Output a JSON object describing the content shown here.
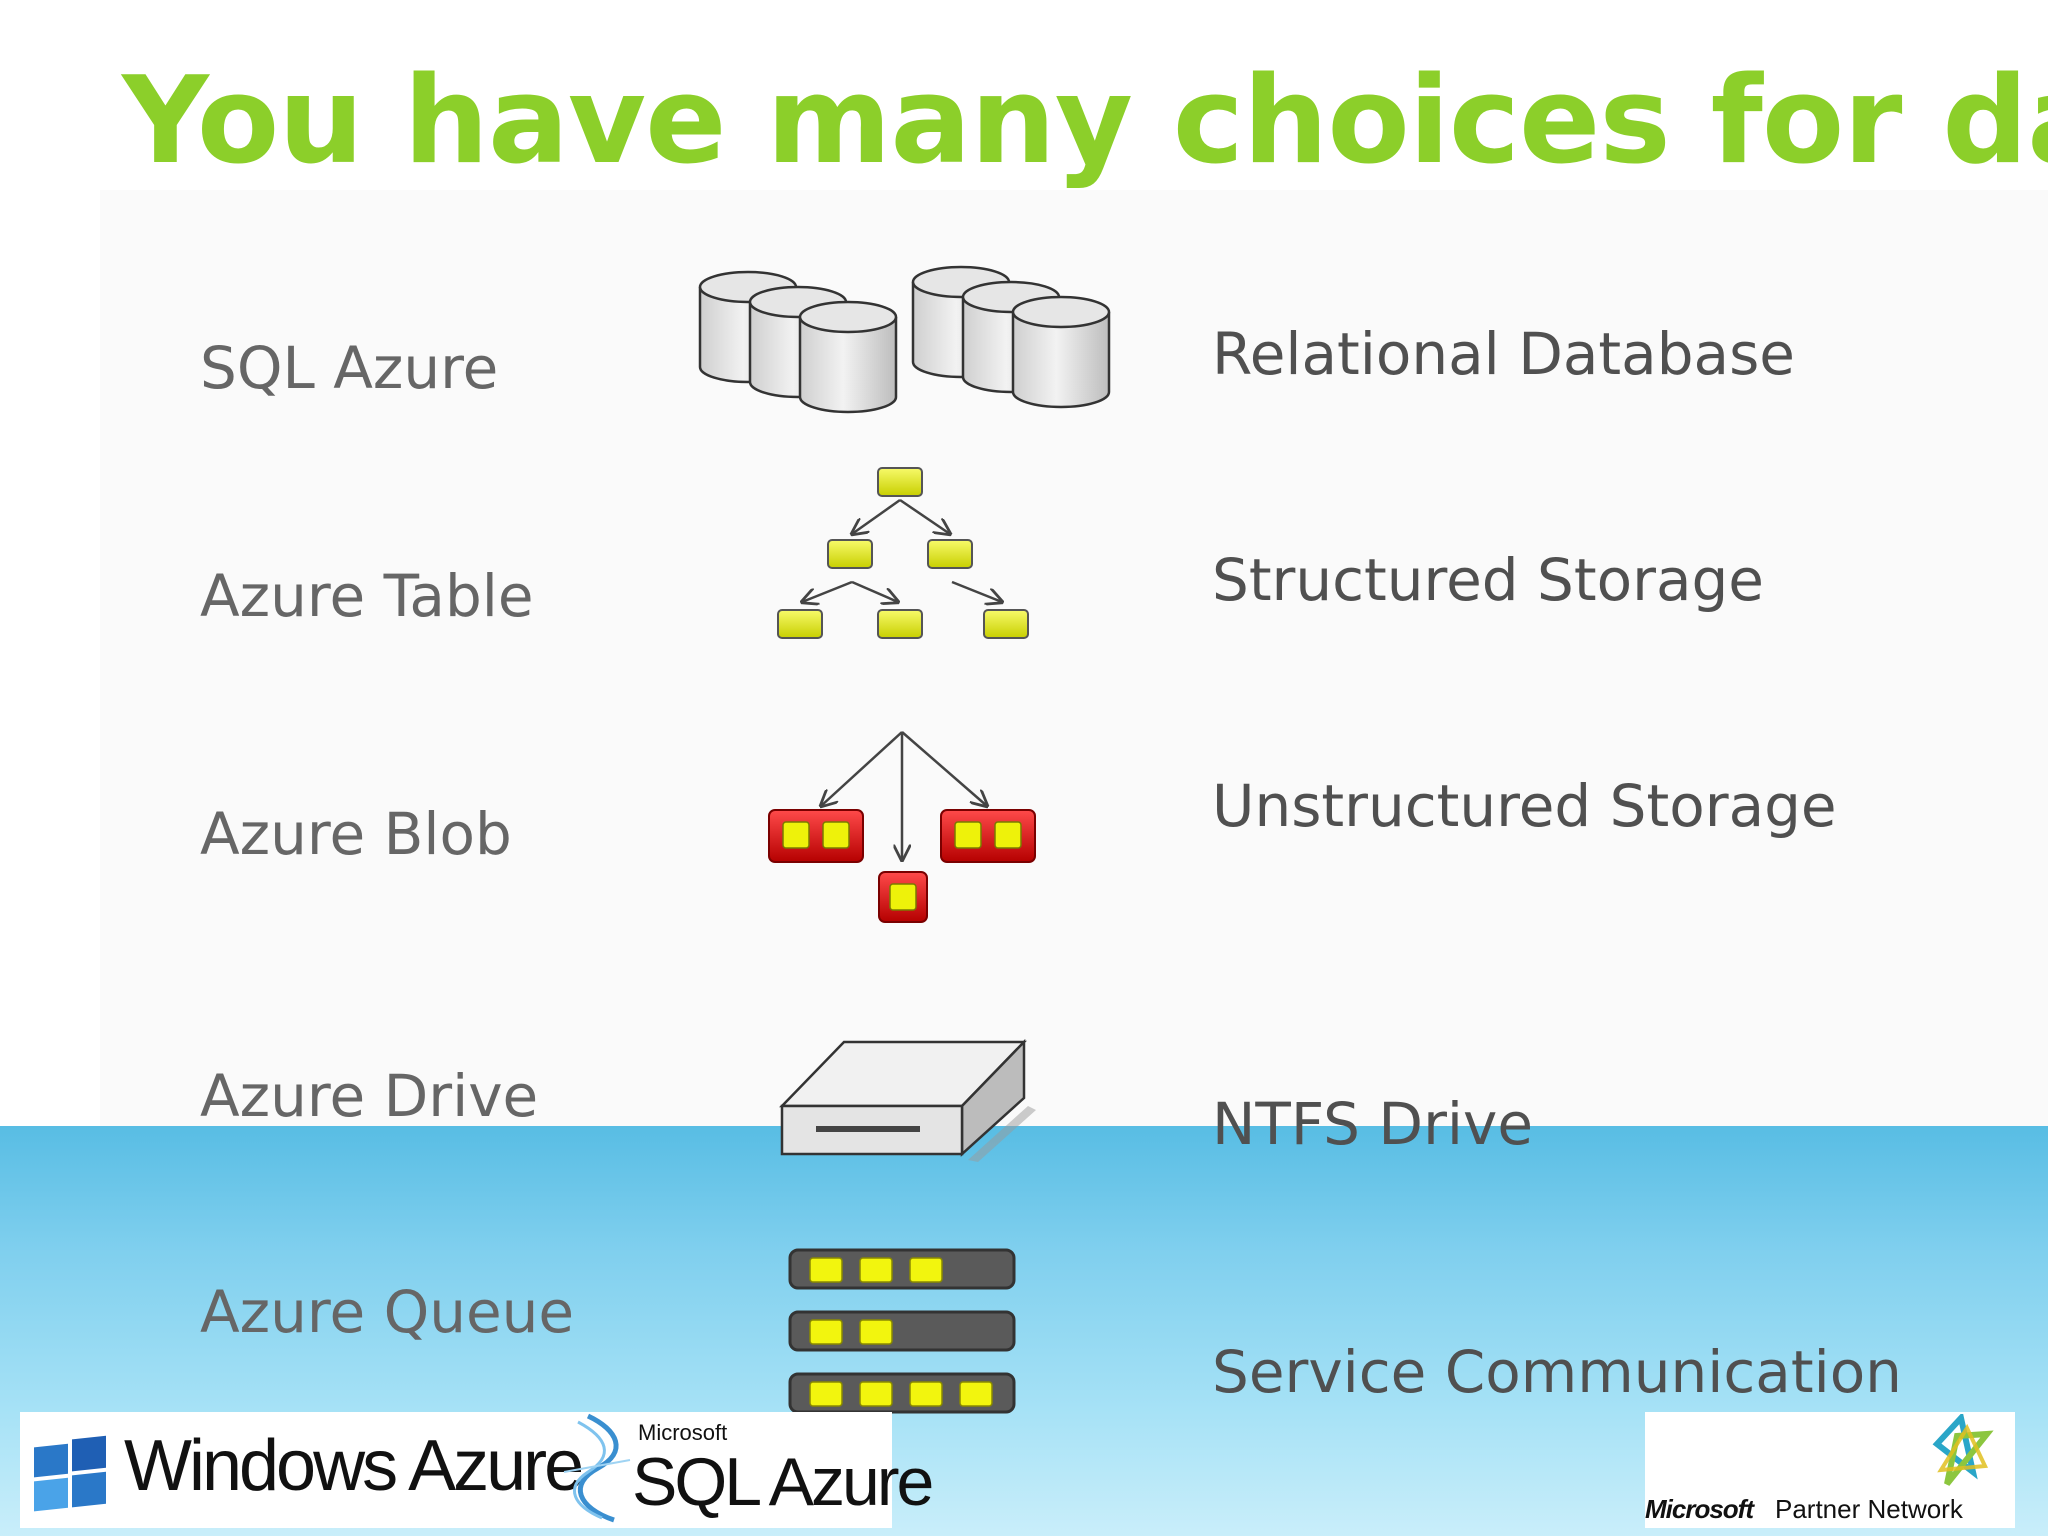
{
  "slide": {
    "title": "You have many choices for data"
  },
  "rows": [
    {
      "label": "SQL Azure",
      "description": "Relational Database",
      "icon": "database-cylinders-icon"
    },
    {
      "label": "Azure Table",
      "description": "Structured Storage",
      "icon": "tree-hierarchy-icon"
    },
    {
      "label": "Azure Blob",
      "description": "Unstructured Storage",
      "icon": "blob-containers-icon"
    },
    {
      "label": "Azure Drive",
      "description": "NTFS Drive",
      "icon": "disk-drive-icon"
    },
    {
      "label": "Azure Queue",
      "description": "Service Communication",
      "icon": "message-queue-icon"
    }
  ],
  "logos": {
    "windows_azure": "Windows Azure",
    "microsoft_small": "Microsoft",
    "sql_azure": "SQL Azure",
    "mpn_microsoft": "Microsoft",
    "mpn_partner_network": "Partner Network"
  },
  "colors": {
    "title": "#8ccf2a",
    "label": "#666666",
    "description": "#505050",
    "node_yellow": "#e6ec10",
    "blob_red": "#d81a1a",
    "water": "#58bde4"
  }
}
